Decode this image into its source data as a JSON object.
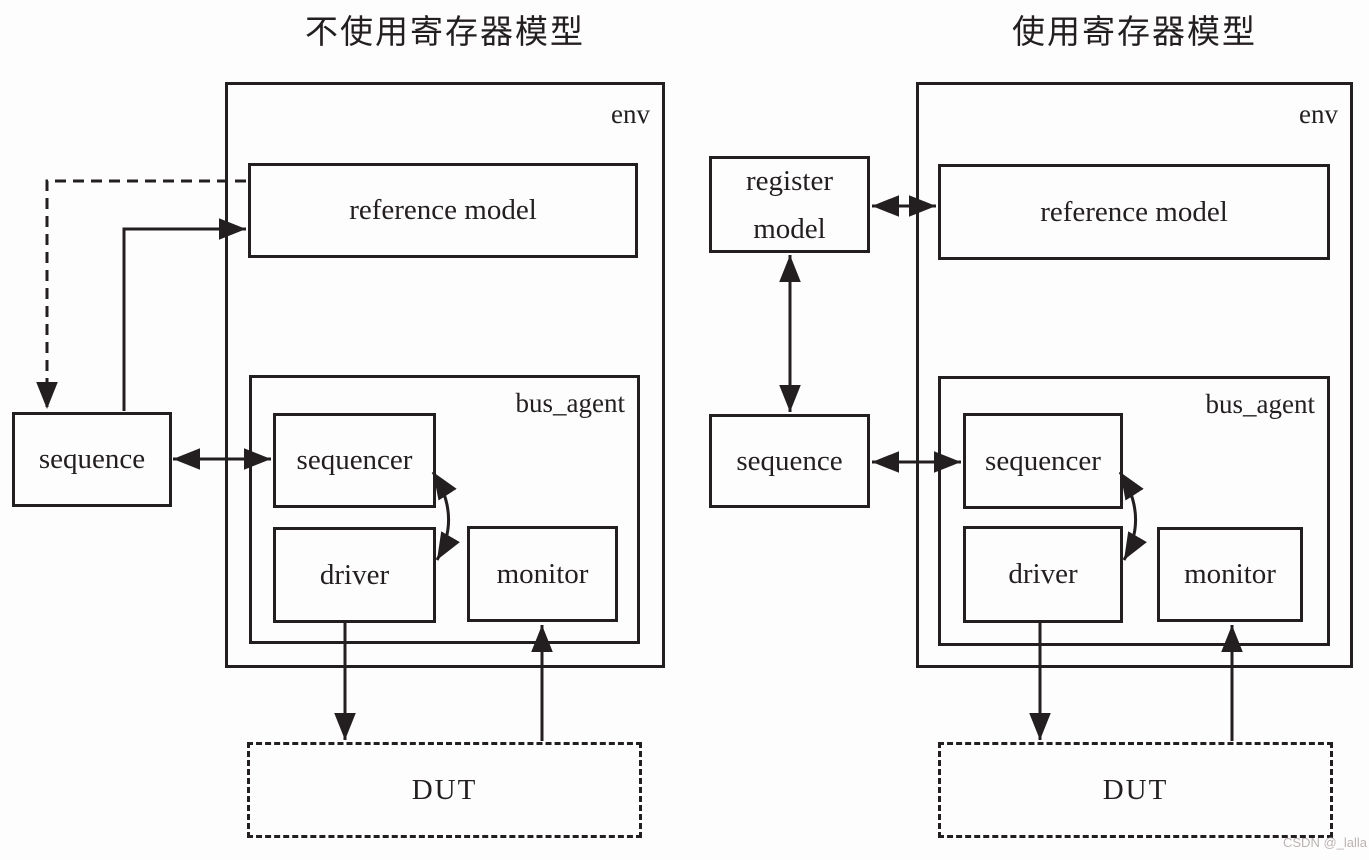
{
  "colors": {
    "ink": "#231f20",
    "background": "#fdfdfd",
    "watermark": "#bcb4b2"
  },
  "watermark": "CSDN @_lalla",
  "left": {
    "title": "不使用寄存器模型",
    "env": "env",
    "reference_model": "reference model",
    "bus_agent": "bus_agent",
    "sequence": "sequence",
    "sequencer": "sequencer",
    "driver": "driver",
    "monitor": "monitor",
    "dut": "DUT"
  },
  "right": {
    "title": "使用寄存器模型",
    "env": "env",
    "register_model_line1": "register",
    "register_model_line2": "model",
    "reference_model": "reference model",
    "bus_agent": "bus_agent",
    "sequence": "sequence",
    "sequencer": "sequencer",
    "driver": "driver",
    "monitor": "monitor",
    "dut": "DUT"
  },
  "connections": {
    "left": [
      {
        "from": "reference model",
        "to": "sequence",
        "style": "dashed",
        "heads": "single"
      },
      {
        "from": "sequence",
        "to": "reference model",
        "style": "solid",
        "heads": "single"
      },
      {
        "from": "sequence",
        "to": "sequencer",
        "style": "solid",
        "heads": "double"
      },
      {
        "from": "sequencer",
        "to": "driver",
        "style": "curved",
        "heads": "double"
      },
      {
        "from": "driver",
        "to": "DUT",
        "style": "solid",
        "heads": "single"
      },
      {
        "from": "DUT",
        "to": "monitor",
        "style": "solid",
        "heads": "single"
      }
    ],
    "right": [
      {
        "from": "register model",
        "to": "reference model",
        "style": "solid",
        "heads": "double"
      },
      {
        "from": "register model",
        "to": "sequence",
        "style": "solid",
        "heads": "double"
      },
      {
        "from": "sequence",
        "to": "sequencer",
        "style": "solid",
        "heads": "double"
      },
      {
        "from": "sequencer",
        "to": "driver",
        "style": "curved",
        "heads": "double"
      },
      {
        "from": "driver",
        "to": "DUT",
        "style": "solid",
        "heads": "single"
      },
      {
        "from": "DUT",
        "to": "monitor",
        "style": "solid",
        "heads": "single"
      }
    ]
  }
}
